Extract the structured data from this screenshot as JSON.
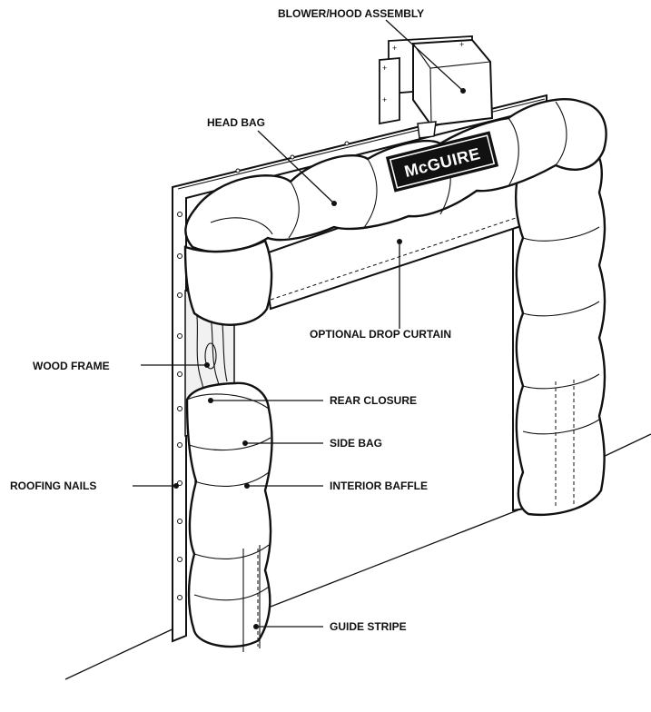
{
  "brand": "McGUIRE",
  "labels": {
    "blower": "BLOWER/HOOD ASSEMBLY",
    "head_bag": "HEAD BAG",
    "drop_curtain": "OPTIONAL DROP CURTAIN",
    "wood_frame": "WOOD FRAME",
    "rear_closure": "REAR CLOSURE",
    "side_bag": "SIDE BAG",
    "roofing_nails": "ROOFING NAILS",
    "interior_baffle": "INTERIOR BAFFLE",
    "guide_stripe": "GUIDE STRIPE"
  }
}
